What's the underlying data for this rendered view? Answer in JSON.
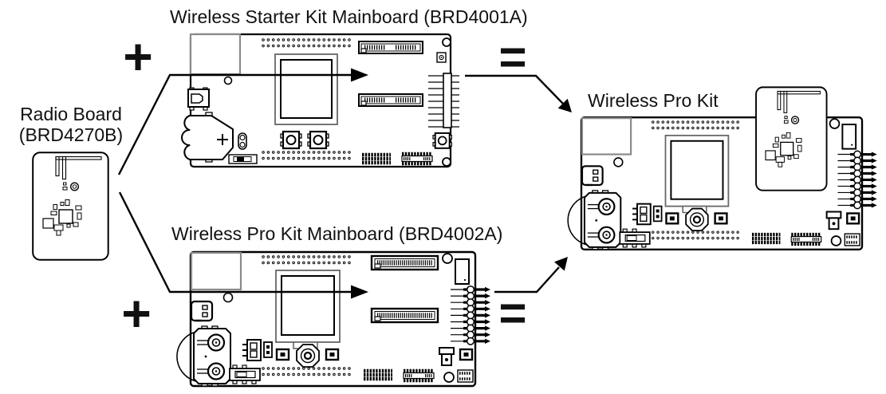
{
  "figure": {
    "title_starter_kit_mainboard": "Wireless Starter Kit Mainboard (BRD4001A)",
    "title_pro_kit_mainboard": "Wireless Pro Kit Mainboard (BRD4002A)",
    "title_pro_kit": "Wireless Pro Kit",
    "radio_board_label_line1": "Radio Board",
    "radio_board_label_line2": "(BRD4270B)",
    "operator_plus_top": "+",
    "operator_plus_bottom": "+",
    "operator_equals_top": "=",
    "operator_equals_bottom": "=",
    "colors": {
      "ink": "#000000",
      "secondary_outline": "#8a8a8a",
      "background": "#ffffff"
    }
  }
}
